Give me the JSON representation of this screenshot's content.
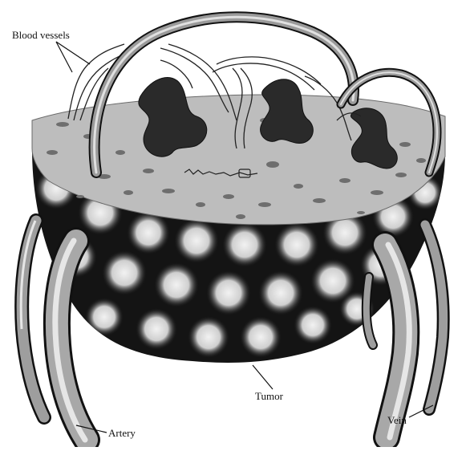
{
  "labels": {
    "blood_vessels": "Blood vessels",
    "tumor": "Tumor",
    "artery": "Artery",
    "vein": "Vein"
  },
  "colors": {
    "background": "#ffffff",
    "tumor_dark": "#141414",
    "tumor_spot": "#d8d8d8",
    "top_surface": "#bdbdbd",
    "vessel_outline": "#111111",
    "vessel_fill": "#a8a8a8",
    "vessel_highlight": "#e6e6e6",
    "leader_line": "#111111"
  }
}
